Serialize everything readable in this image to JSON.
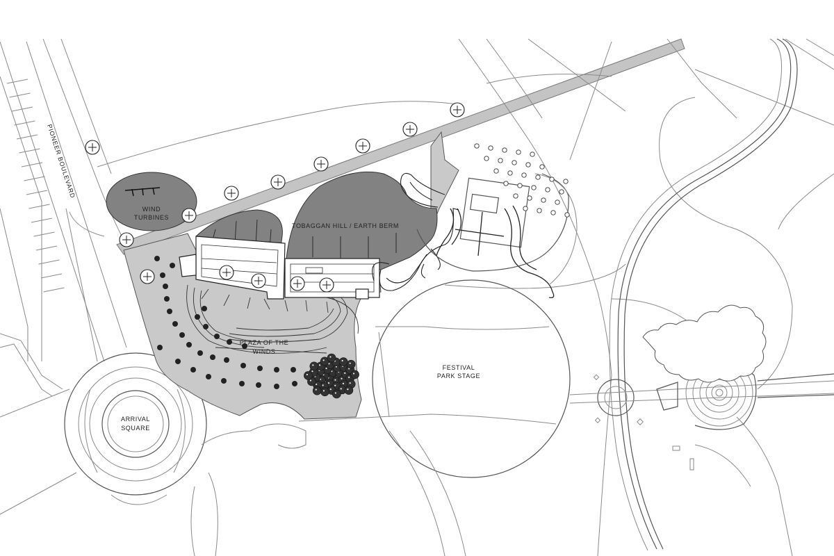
{
  "labels": {
    "road": "PIONEER BOULEVARD",
    "wind_1": "WIND",
    "wind_2": "TURBINES",
    "berm": "TOBAGGAN HILL / EARTH BERM",
    "plaza_1": "PLAZA OF THE",
    "plaza_2": "WINDS",
    "stage_1": "FESTIVAL",
    "stage_2": "PARK STAGE",
    "arrival_1": "ARRIVAL",
    "arrival_2": "SQUARE"
  },
  "colors": {
    "plaza_fill": "#c9c9c9",
    "berm_fill": "#828282",
    "path_fill": "#c4c4c4",
    "linework": "#8a8a8a"
  },
  "icons": {
    "tree": "tree-symbol-icon",
    "shrub": "shrub-symbol-icon",
    "small_tree": "small-tree-dot-icon"
  }
}
